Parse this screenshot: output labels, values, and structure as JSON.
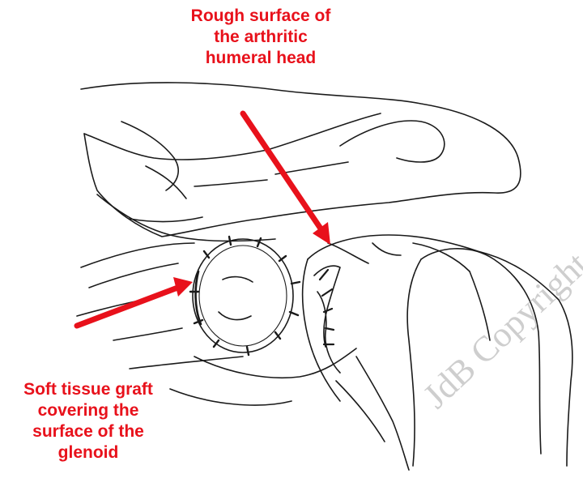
{
  "annotations": {
    "top": [
      "Rough surface of",
      "the arthritic",
      "humeral head"
    ],
    "bottom": [
      "Soft tissue graft",
      "covering the",
      "surface of the",
      "glenoid"
    ]
  },
  "watermark": "JdB Copyright",
  "colors": {
    "arrow": "#e8111b",
    "label": "#e8111b",
    "ink": "#1a1a1a",
    "watermark": "#c9c9c9"
  }
}
